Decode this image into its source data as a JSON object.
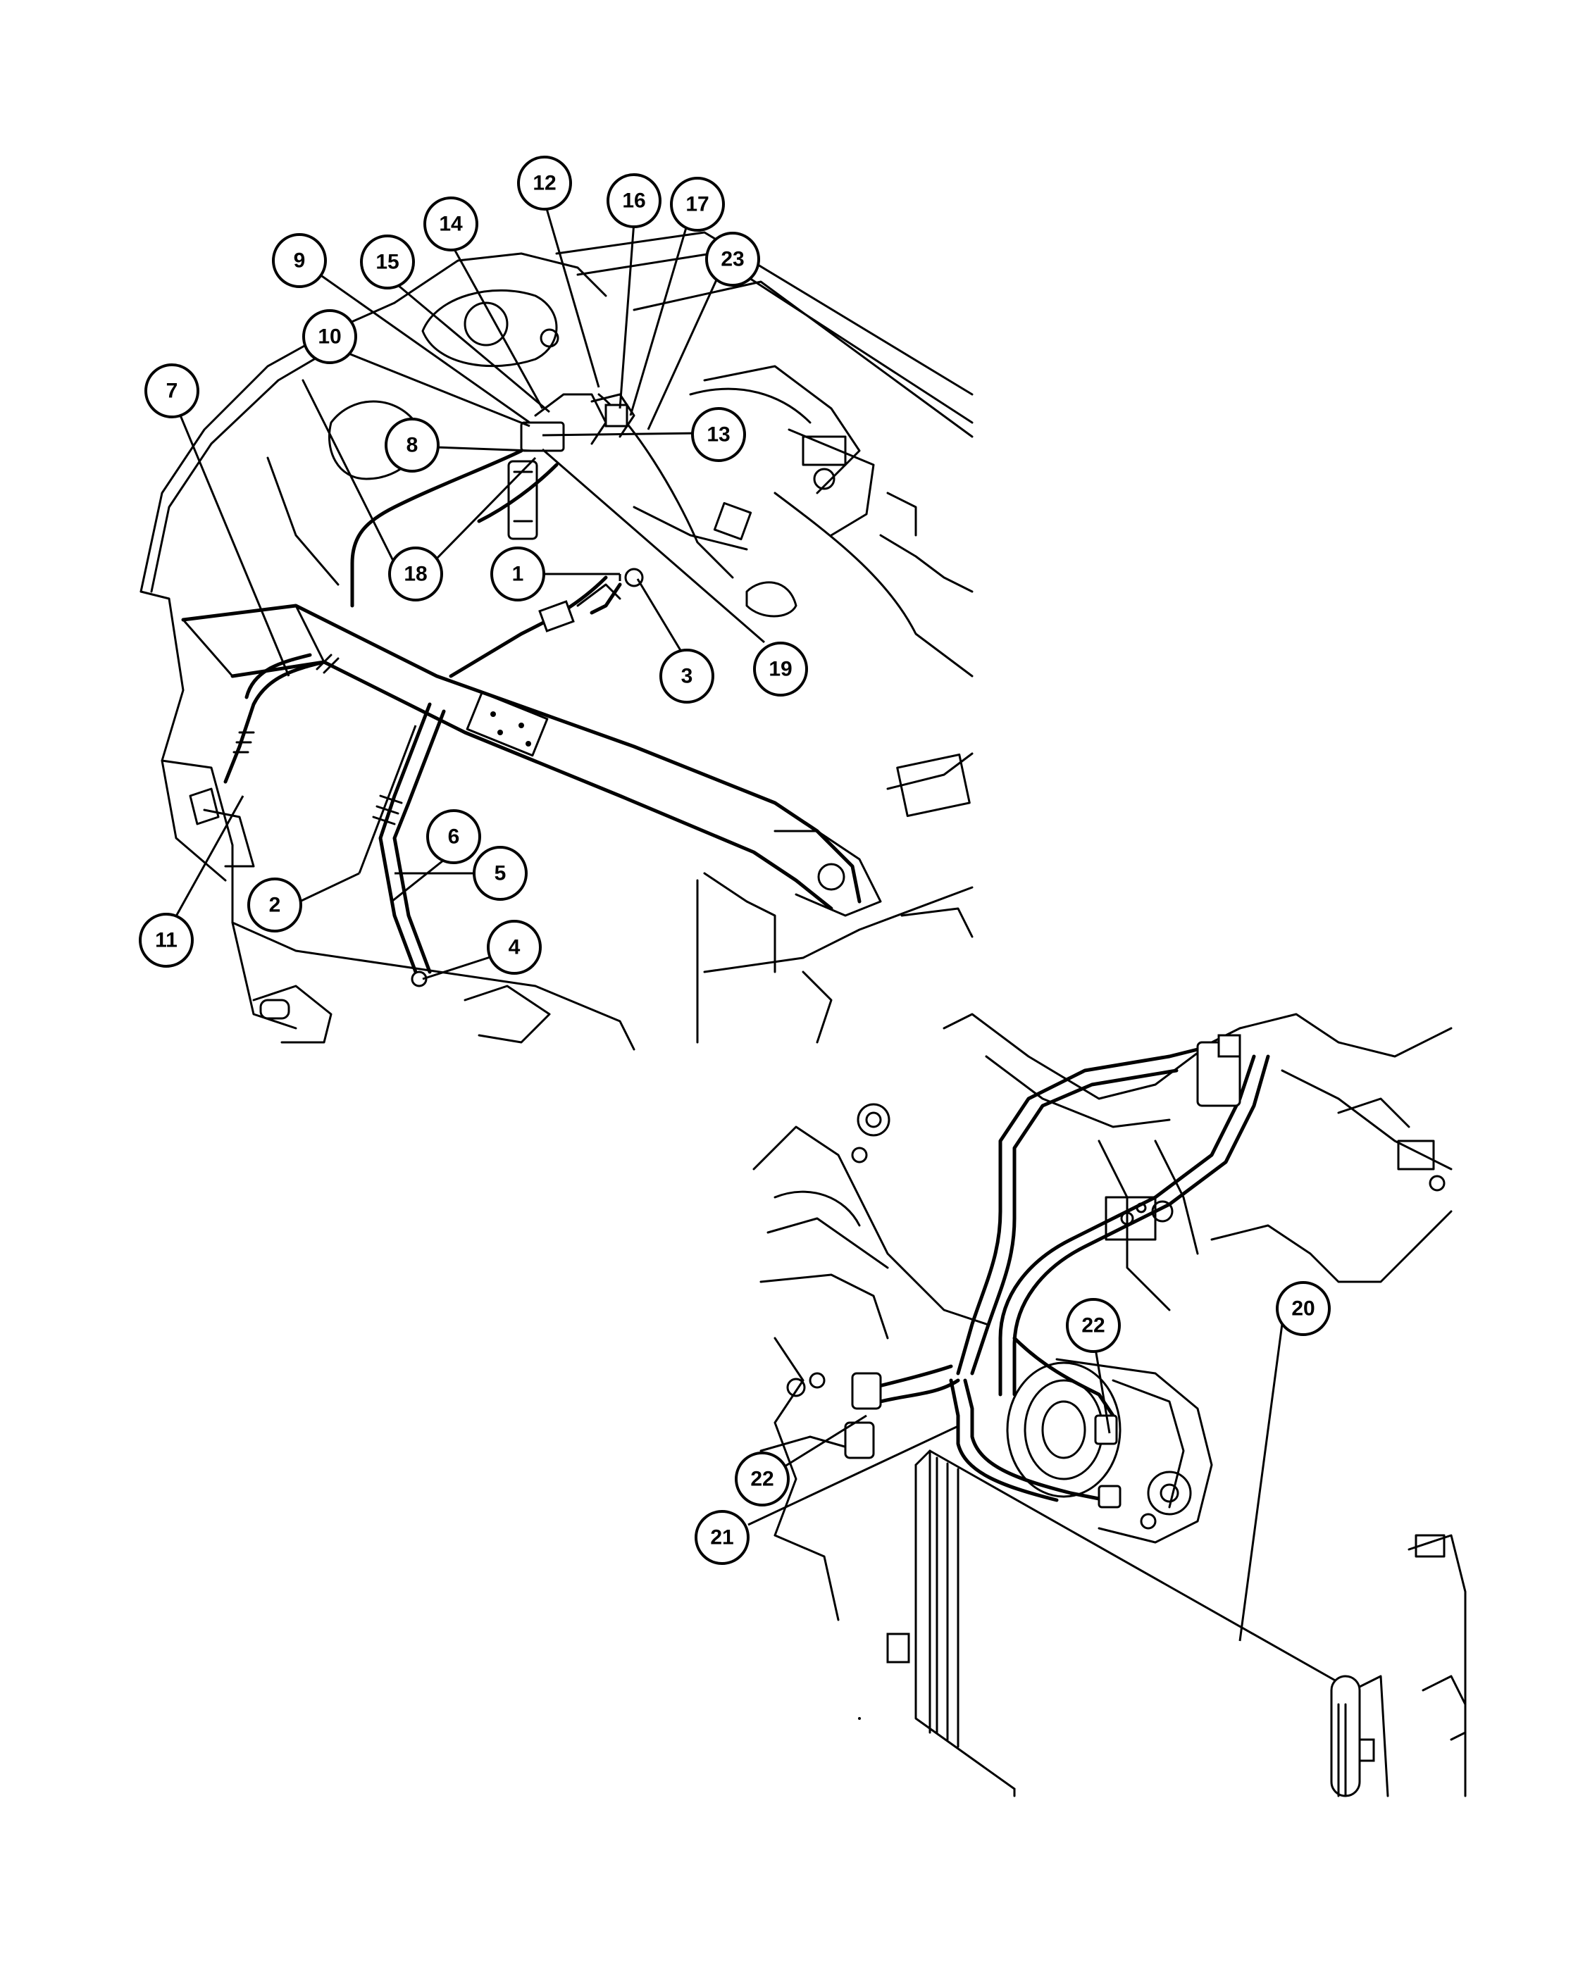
{
  "callouts": [
    {
      "id": "c1",
      "label": "1"
    },
    {
      "id": "c2",
      "label": "2"
    },
    {
      "id": "c3",
      "label": "3"
    },
    {
      "id": "c4",
      "label": "4"
    },
    {
      "id": "c5",
      "label": "5"
    },
    {
      "id": "c6",
      "label": "6"
    },
    {
      "id": "c7",
      "label": "7"
    },
    {
      "id": "c8",
      "label": "8"
    },
    {
      "id": "c9",
      "label": "9"
    },
    {
      "id": "c10",
      "label": "10"
    },
    {
      "id": "c11",
      "label": "11"
    },
    {
      "id": "c12",
      "label": "12"
    },
    {
      "id": "c13",
      "label": "13"
    },
    {
      "id": "c14",
      "label": "14"
    },
    {
      "id": "c15",
      "label": "15"
    },
    {
      "id": "c16",
      "label": "16"
    },
    {
      "id": "c17",
      "label": "17"
    },
    {
      "id": "c18",
      "label": "18"
    },
    {
      "id": "c19",
      "label": "19"
    },
    {
      "id": "c20",
      "label": "20"
    },
    {
      "id": "c21",
      "label": "21"
    },
    {
      "id": "c22a",
      "label": "22"
    },
    {
      "id": "c22b",
      "label": "22"
    },
    {
      "id": "c23",
      "label": "23"
    }
  ]
}
